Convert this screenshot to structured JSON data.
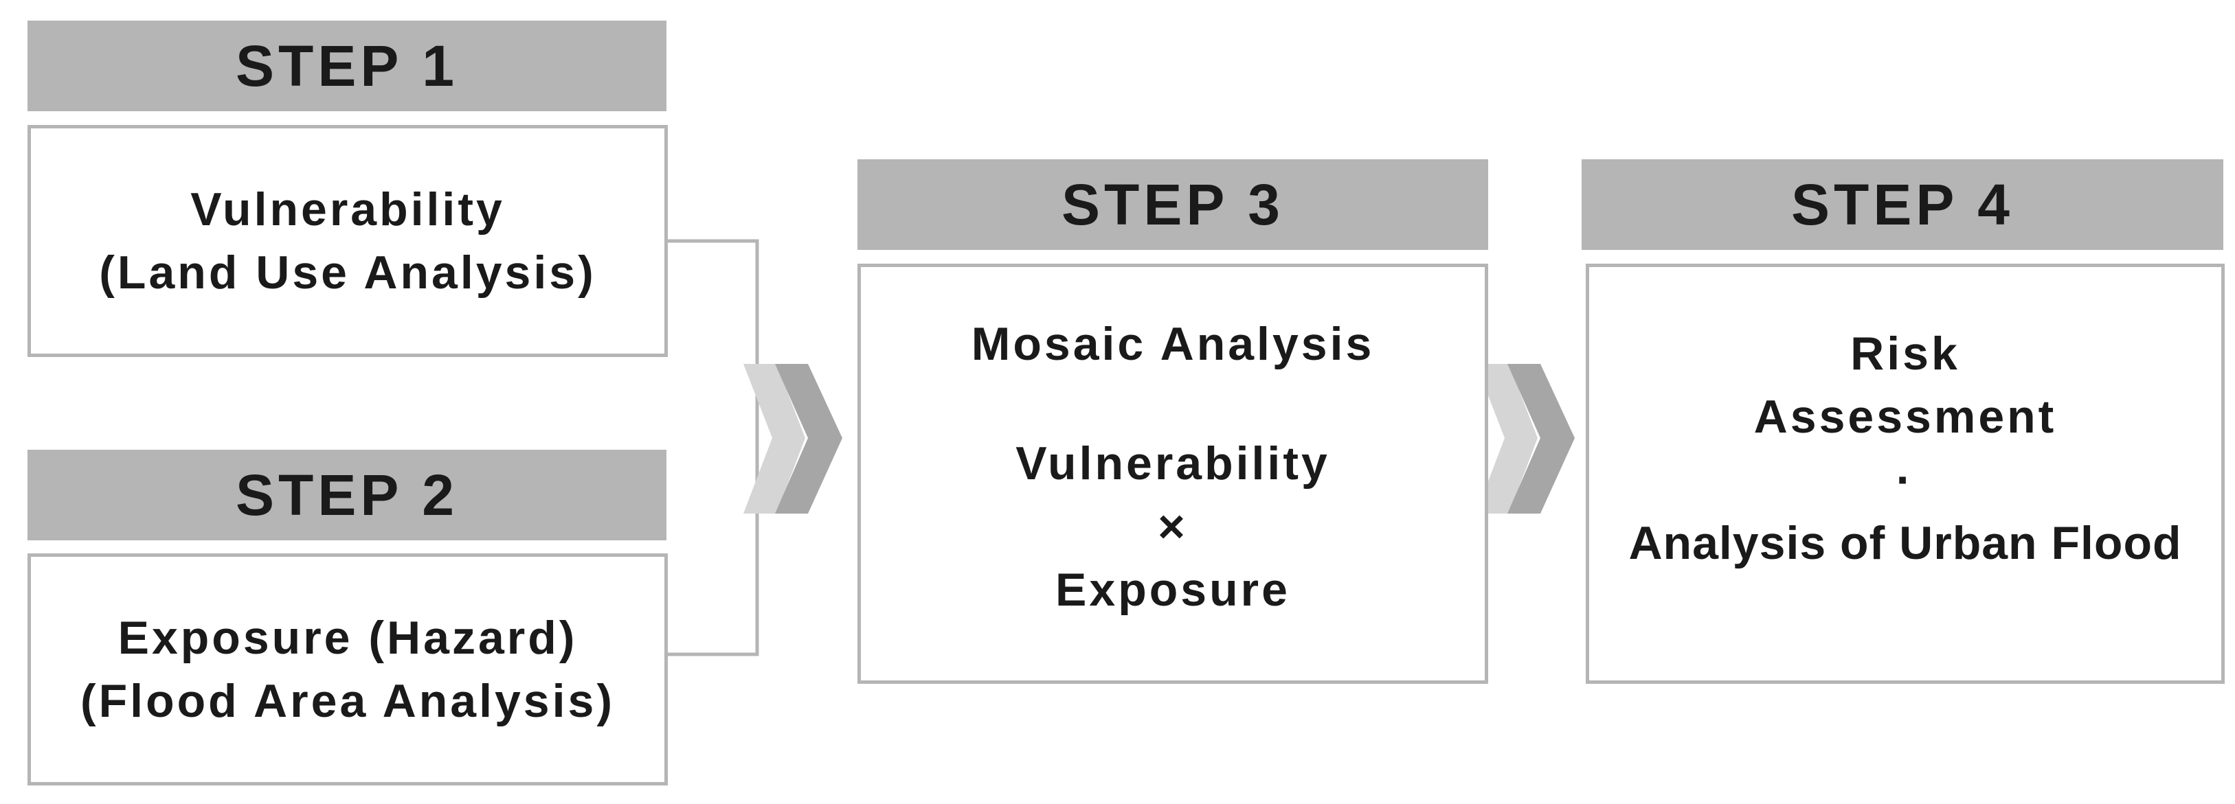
{
  "steps": [
    {
      "header": "STEP 1",
      "lines": [
        "Vulnerability",
        "(Land Use Analysis)"
      ]
    },
    {
      "header": "STEP 2",
      "lines": [
        "Exposure (Hazard)",
        "(Flood Area Analysis)"
      ]
    },
    {
      "header": "STEP 3",
      "title": "Mosaic Analysis",
      "lines": [
        "Vulnerability",
        "×",
        "Exposure"
      ]
    },
    {
      "header": "STEP 4",
      "lines": [
        "Risk",
        "Assessment",
        "·",
        "Analysis of Urban Flood"
      ]
    }
  ],
  "colors": {
    "header_fill": "#b4b5b4",
    "box_border": "#b4b5b4",
    "connector": "#b4b5b4",
    "chevron_light": "#d4d5d4",
    "chevron_dark": "#a5a6a5",
    "text": "#1a1a1a"
  }
}
